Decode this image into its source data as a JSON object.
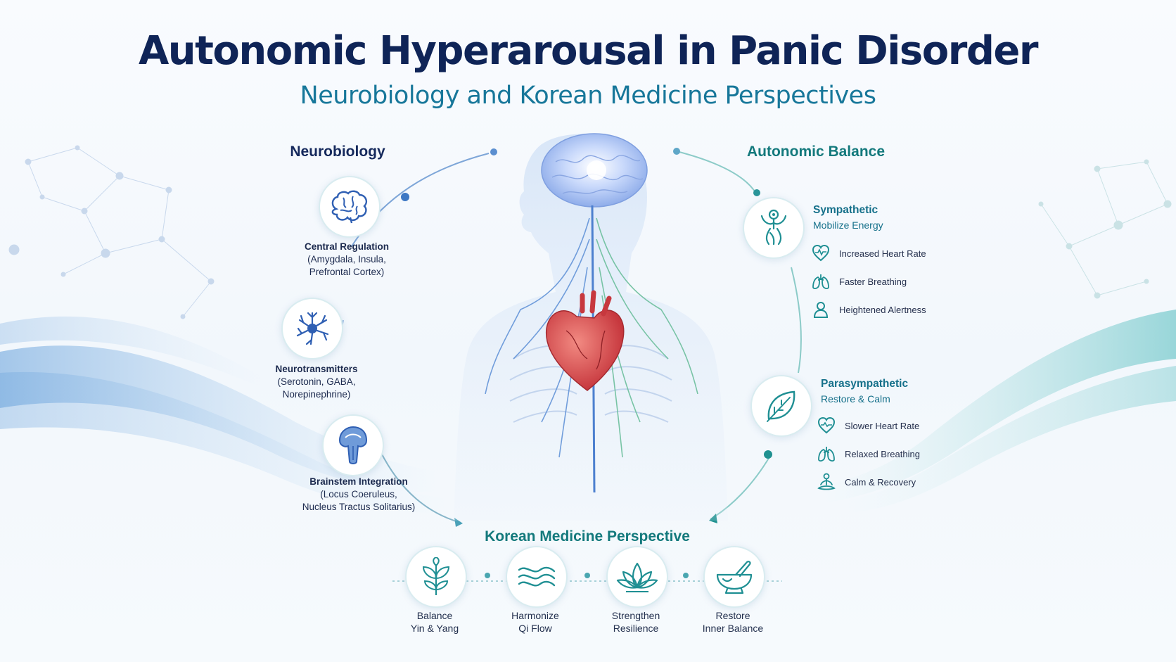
{
  "header": {
    "title": "Autonomic Hyperarousal in Panic Disorder",
    "subtitle": "Neurobiology and Korean Medicine Perspectives"
  },
  "neurobiology": {
    "title": "Neurobiology",
    "items": [
      {
        "name": "Central Regulation",
        "detail1": "(Amygdala, Insula,",
        "detail2": "Prefrontal Cortex)",
        "icon": "brain-icon"
      },
      {
        "name": "Neurotransmitters",
        "detail1": "(Serotonin, GABA,",
        "detail2": "Norepinephrine)",
        "icon": "neuron-icon"
      },
      {
        "name": "Brainstem Integration",
        "detail1": "(Locus Coeruleus,",
        "detail2": "Nucleus Tractus Solitarius)",
        "icon": "brainstem-icon"
      }
    ]
  },
  "autonomic": {
    "title": "Autonomic Balance",
    "sympathetic": {
      "title": "Sympathetic",
      "subtitle": "Mobilize Energy",
      "icon": "sympathetic-figure-icon",
      "items": [
        {
          "label": "Increased Heart Rate",
          "icon": "heart-rate-icon"
        },
        {
          "label": "Faster Breathing",
          "icon": "lungs-icon"
        },
        {
          "label": "Heightened Alertness",
          "icon": "person-alert-icon"
        }
      ]
    },
    "parasympathetic": {
      "title": "Parasympathetic",
      "subtitle": "Restore & Calm",
      "icon": "leaf-icon",
      "items": [
        {
          "label": "Slower Heart Rate",
          "icon": "heart-rate-icon"
        },
        {
          "label": "Relaxed Breathing",
          "icon": "lungs-icon"
        },
        {
          "label": "Calm & Recovery",
          "icon": "meditation-icon"
        }
      ]
    }
  },
  "korean_medicine": {
    "title": "Korean Medicine Perspective",
    "items": [
      {
        "line1": "Balance",
        "line2": "Yin & Yang",
        "icon": "herb-sprout-icon"
      },
      {
        "line1": "Harmonize",
        "line2": "Qi Flow",
        "icon": "wind-flow-icon"
      },
      {
        "line1": "Strengthen",
        "line2": "Resilience",
        "icon": "lotus-icon"
      },
      {
        "line1": "Restore",
        "line2": "Inner Balance",
        "icon": "mortar-pestle-icon"
      }
    ]
  },
  "colors": {
    "title": "#0f2457",
    "accent_teal": "#13797c",
    "accent_blue": "#3d78c4",
    "heart_red": "#d9474a"
  }
}
